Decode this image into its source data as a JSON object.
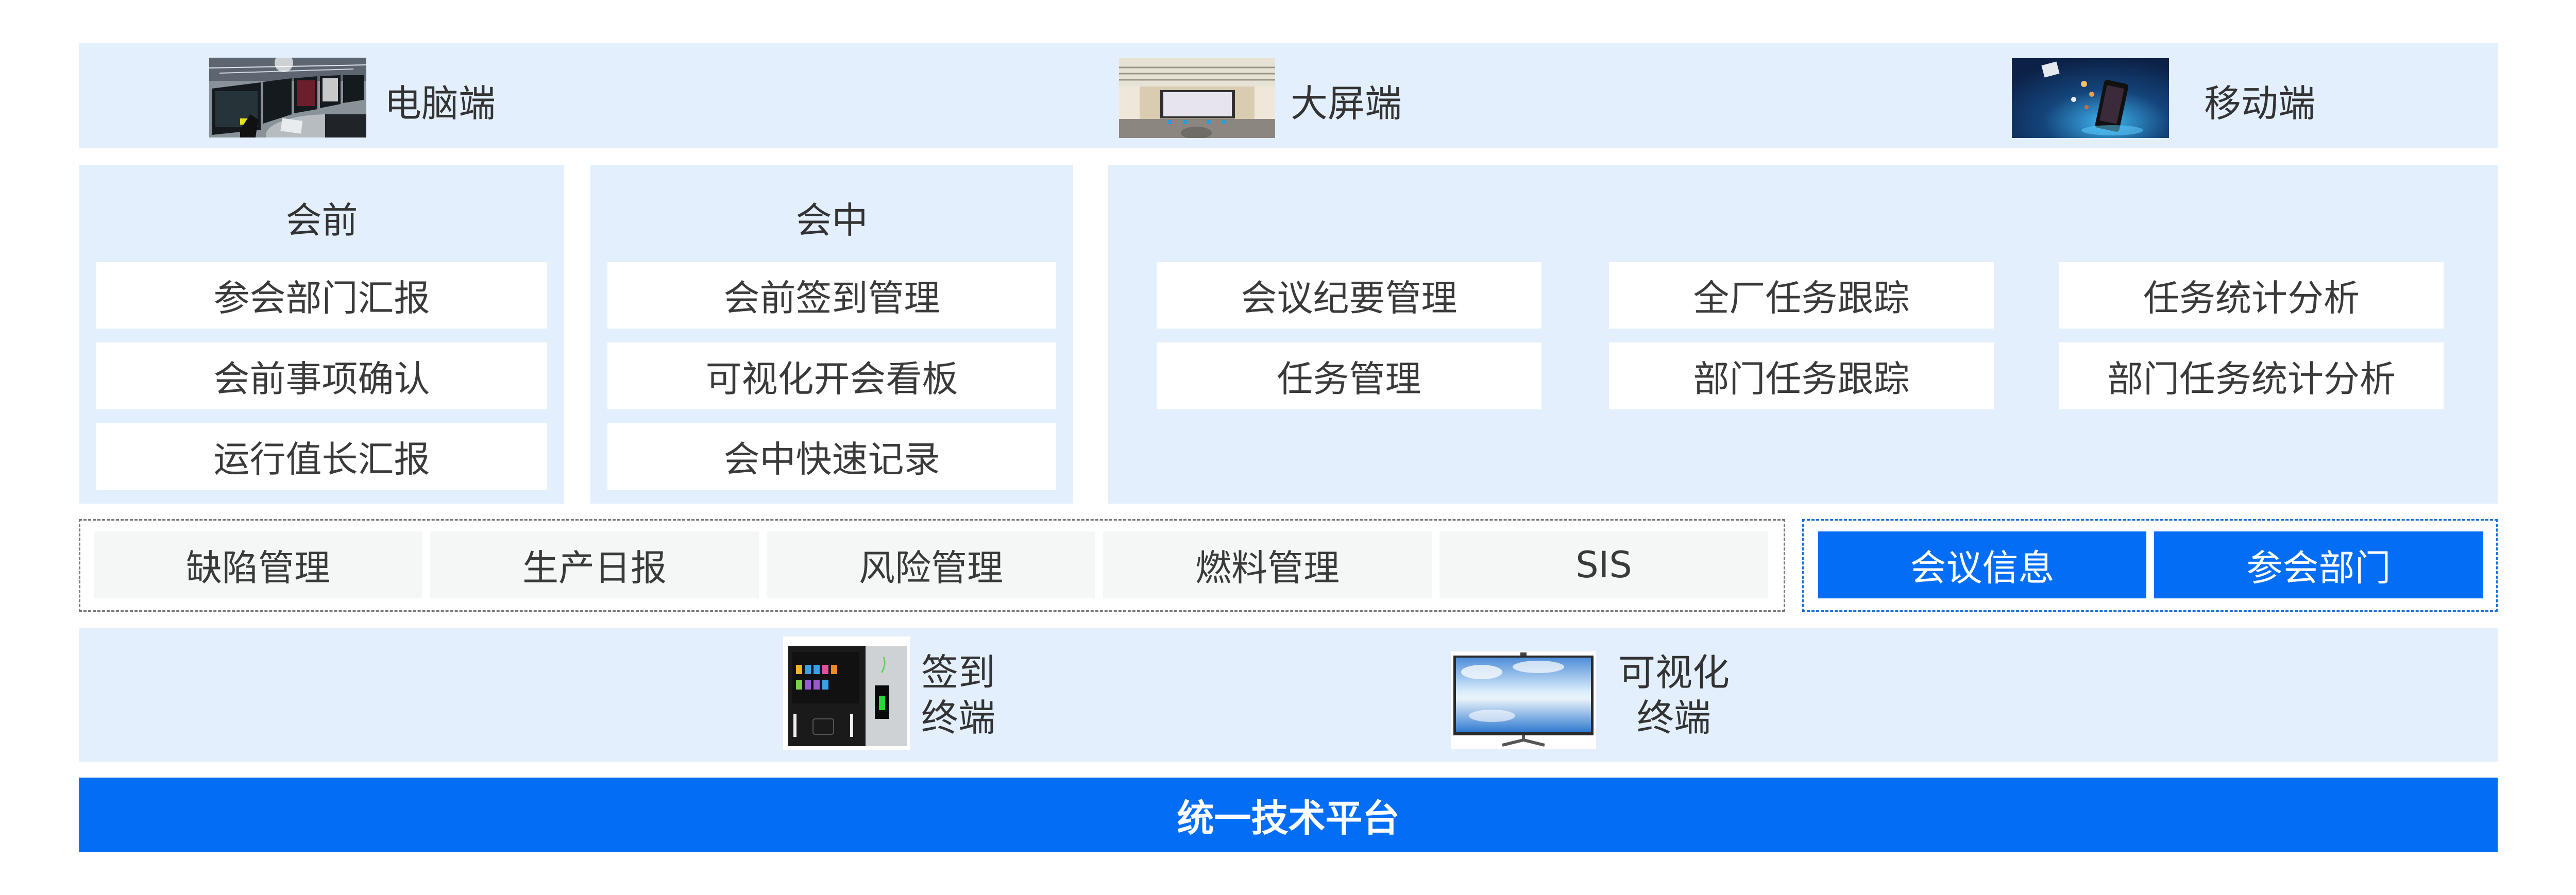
{
  "clients": [
    {
      "label": "电脑端",
      "icon": "control-room-monitors-image"
    },
    {
      "label": "大屏端",
      "icon": "large-screen-conference-room-image"
    },
    {
      "label": "移动端",
      "icon": "smartphone-image"
    }
  ],
  "phases": {
    "pre_meeting": {
      "title": "会前",
      "items": [
        "参会部门汇报",
        "会前事项确认",
        "运行值长汇报"
      ]
    },
    "in_meeting": {
      "title": "会中",
      "items": [
        "会前签到管理",
        "可视化开会看板",
        "会中快速记录"
      ]
    },
    "post_meeting": {
      "rows": [
        [
          "会议纪要管理",
          "全厂任务跟踪",
          "任务统计分析"
        ],
        [
          "任务管理",
          "部门任务跟踪",
          "部门任务统计分析"
        ]
      ]
    }
  },
  "external_systems": [
    "缺陷管理",
    "生产日报",
    "风险管理",
    "燃料管理",
    "SIS"
  ],
  "meeting_data": [
    "会议信息",
    "参会部门"
  ],
  "terminals": [
    {
      "label_line1": "签到",
      "label_line2": "终端",
      "icon": "sign-in-terminal-image"
    },
    {
      "label_line1": "可视化",
      "label_line2": "终端",
      "icon": "visualization-display-image"
    }
  ],
  "platform": {
    "label": "统一技术平台"
  },
  "colors": {
    "band_bg": "#e3effd",
    "accent_blue": "#036ef5",
    "gray_tile": "#f5f7f7",
    "text": "#3a3a3a"
  }
}
